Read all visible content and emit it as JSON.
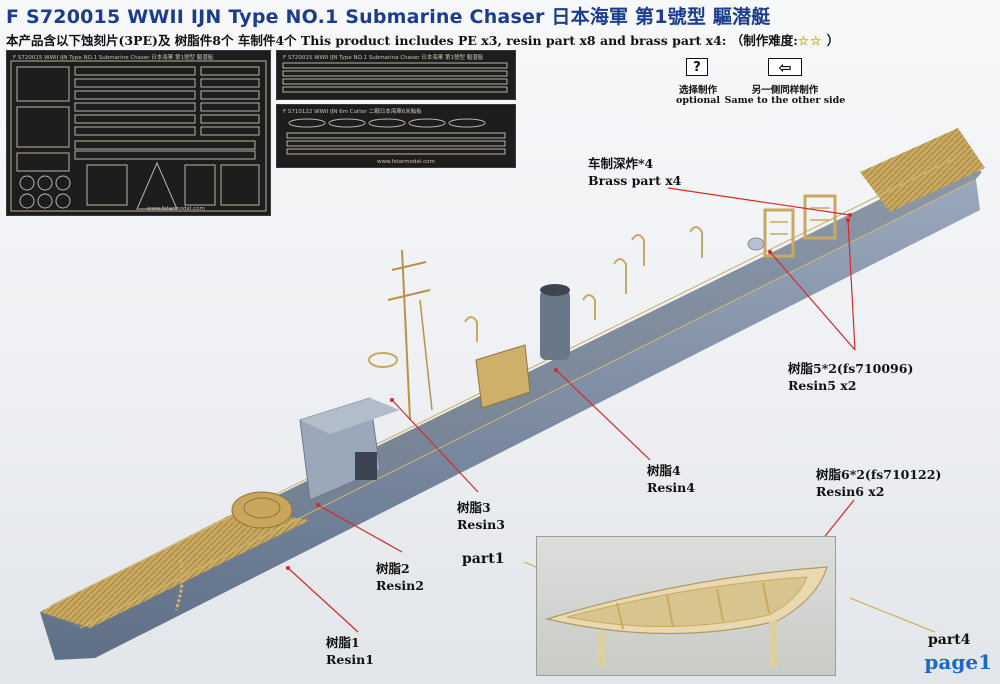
{
  "title": "F S720015 WWII IJN Type NO.1 Submarine Chaser 日本海軍 第1號型 驅潜艇",
  "subtitle": {
    "text": "本产品含以下蚀刻片(3PE)及 树脂件8个 车制件4个 This product includes PE x3, resin part x8  and brass part x4:",
    "difficulty": "（制作难度:",
    "stars": "☆☆",
    "close": " ）"
  },
  "pe_sheets": {
    "main_label": "F S720015 WWII IJN Type NO.1 Submarine Chaser 日本海軍 第1號型 驅潜艇",
    "main_url": "www.fstarmodel.com",
    "cutter_label": "F S710122 WWII IJN 6m Cutter 二戰日本海軍6米舢板",
    "cutter_url": "www.fstarmodel.com"
  },
  "legend": {
    "optional_icon": "?",
    "optional_cn": "选择制作",
    "optional_en": "optional",
    "other_side_icon": "⇦",
    "other_side_cn": "另一侧同样制作",
    "other_side_en": "Same to the other side"
  },
  "callouts": {
    "brass": {
      "cn": "车制深炸*4",
      "en": "Brass part x4"
    },
    "resin5": {
      "cn": "树脂5*2(fs710096)",
      "en": "Resin5 x2"
    },
    "resin4": {
      "cn": "树脂4",
      "en": "Resin4"
    },
    "resin6": {
      "cn": "树脂6*2(fs710122)",
      "en": "Resin6 x2"
    },
    "resin3": {
      "cn": "树脂3",
      "en": "Resin3"
    },
    "resin2": {
      "cn": "树脂2",
      "en": "Resin2"
    },
    "resin1": {
      "cn": "树脂1",
      "en": "Resin1"
    }
  },
  "inset": {
    "part1": "part1",
    "part4": "part4"
  },
  "page": "page1",
  "colors": {
    "title": "#1c3d8c",
    "page": "#1e66c8",
    "leader": "#d42a2a",
    "hull": "#7d8ea6",
    "brass": "#cfb06a"
  }
}
